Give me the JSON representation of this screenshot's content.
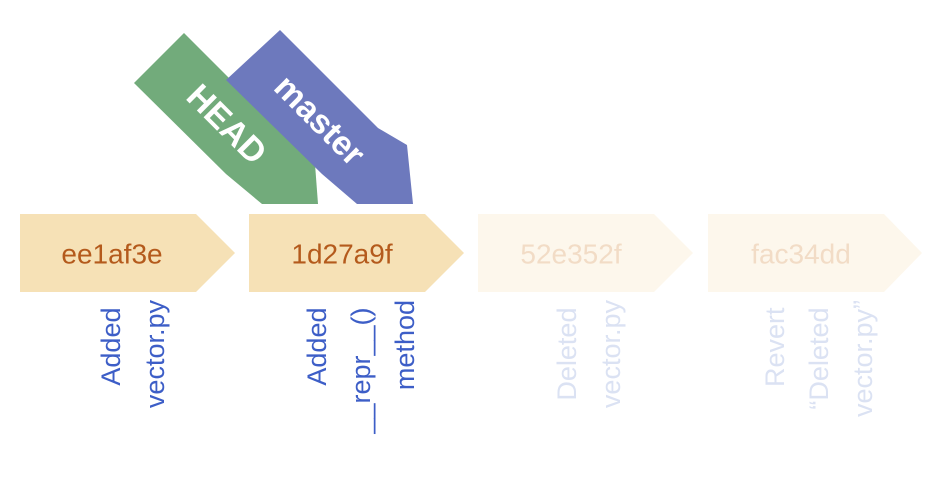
{
  "commits": [
    {
      "hash": "ee1af3e",
      "message": [
        "Added",
        "vector.py"
      ],
      "faded": false
    },
    {
      "hash": "1d27a9f",
      "message": [
        "Added",
        "__repr__()",
        "method"
      ],
      "faded": false
    },
    {
      "hash": "52e352f",
      "message": [
        "Deleted",
        "vector.py"
      ],
      "faded": true
    },
    {
      "hash": "fac34dd",
      "message": [
        "Revert",
        "“Deleted",
        "vector.py”"
      ],
      "faded": true
    }
  ],
  "refs": [
    {
      "label": "HEAD",
      "target_commit": 1,
      "color": "#72ab7b"
    },
    {
      "label": "master",
      "target_commit": 1,
      "color": "#6d79bd"
    }
  ],
  "colors": {
    "commit_fill": "#f6e1b6",
    "commit_fill_faded": "#fdf7ec",
    "hash_text": "#b45a1c",
    "hash_text_faded": "#f2dcc6",
    "message_text": "#3d5ec7",
    "message_text_faded": "#dbe2f3"
  }
}
